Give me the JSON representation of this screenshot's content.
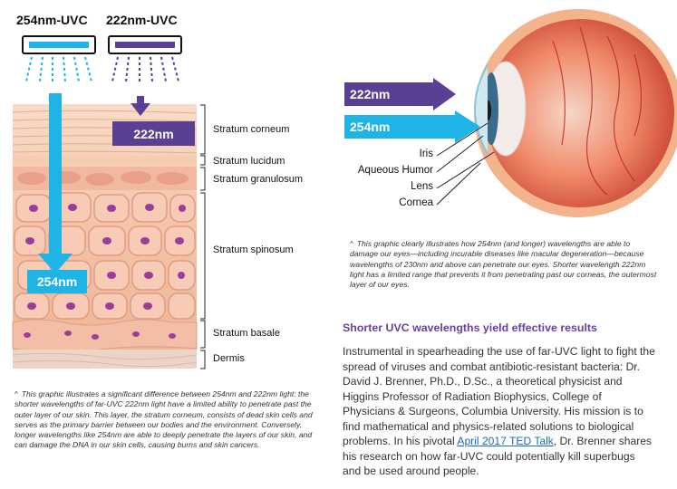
{
  "lamps": {
    "lamp_254": "254nm-UVC",
    "lamp_222": "222nm-UVC"
  },
  "skin_boxes": {
    "box_222": "222nm",
    "box_254": "254nm"
  },
  "skin_layers": [
    "Stratum corneum",
    "Stratum lucidum",
    "Stratum granulosum",
    "Stratum spinosum",
    "Stratum basale",
    "Dermis"
  ],
  "skin_caption": "This graphic illustrates a significant difference between 254nm and 222nm light: the shorter wavelengths of far-UVC 222nm light have a limited ability to penetrate past the outer layer of our skin. This layer, the stratum corneum, consists of dead skin cells and serves as the primary barrier between our bodies and the environment. Conversely, longer wavelengths like 254nm are able to deeply penetrate the layers of our skin, and can damage the DNA in our skin cells, causing burns and skin cancers.",
  "eye": {
    "label_222": "222nm",
    "label_254": "254nm",
    "parts": [
      "Iris",
      "Aqueous Humor",
      "Lens",
      "Cornea"
    ]
  },
  "eye_caption": "This graphic clearly illustrates how 254nm (and longer) wavelengths are able to damage our eyes—including incurable diseases like macular degeneration—because wavelengths of 230nm and above can penetrate our eyes. Shorter wavelength 222nm light has a limited range that prevents it from penetrating past our corneas, the outermost layer of our eyes.",
  "section": {
    "heading": "Shorter UVC wavelengths yield effective results",
    "para_before": "Instrumental in spearheading the use of far-UVC light to fight the spread of viruses and combat antibiotic-resistant bacteria: Dr. David J. Brenner, Ph.D., D.Sc., a theoretical physicist and Higgins Professor of Radiation Biophysics, College of Physicians & Surgeons, Columbia University. His mission is to find mathematical and physics-related solutions to biological problems. In his pivotal ",
    "link": "April 2017 TED Talk",
    "para_after": ", Dr. Brenner shares his research on how far-UVC could potentially kill superbugs and be used around people."
  },
  "colors": {
    "uvc_254": "#1fb4e6",
    "uvc_222": "#5b3f95",
    "heading": "#6a3fa0",
    "skin": "#f4c5a8",
    "cell_nucleus": "#9a3e9a"
  }
}
